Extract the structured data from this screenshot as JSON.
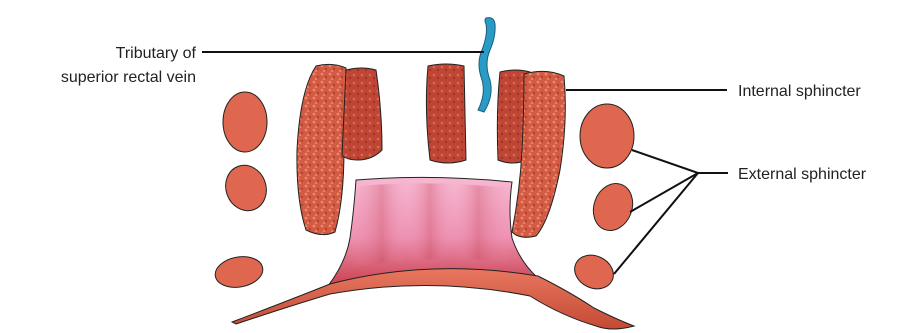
{
  "labels": {
    "tributary_line1": "Tributary of",
    "tributary_line2": "superior rectal vein",
    "internal_sphincter": "Internal sphincter",
    "external_sphincter": "External sphincter"
  },
  "colors": {
    "muscle_fill": "#d9654b",
    "muscle_dark": "#b8442f",
    "ellipse_fill": "#e0674f",
    "vein": "#2a9bc7",
    "mucosa_light": "#f3a6c4",
    "mucosa_dark": "#c4404a",
    "outline": "#222222"
  }
}
